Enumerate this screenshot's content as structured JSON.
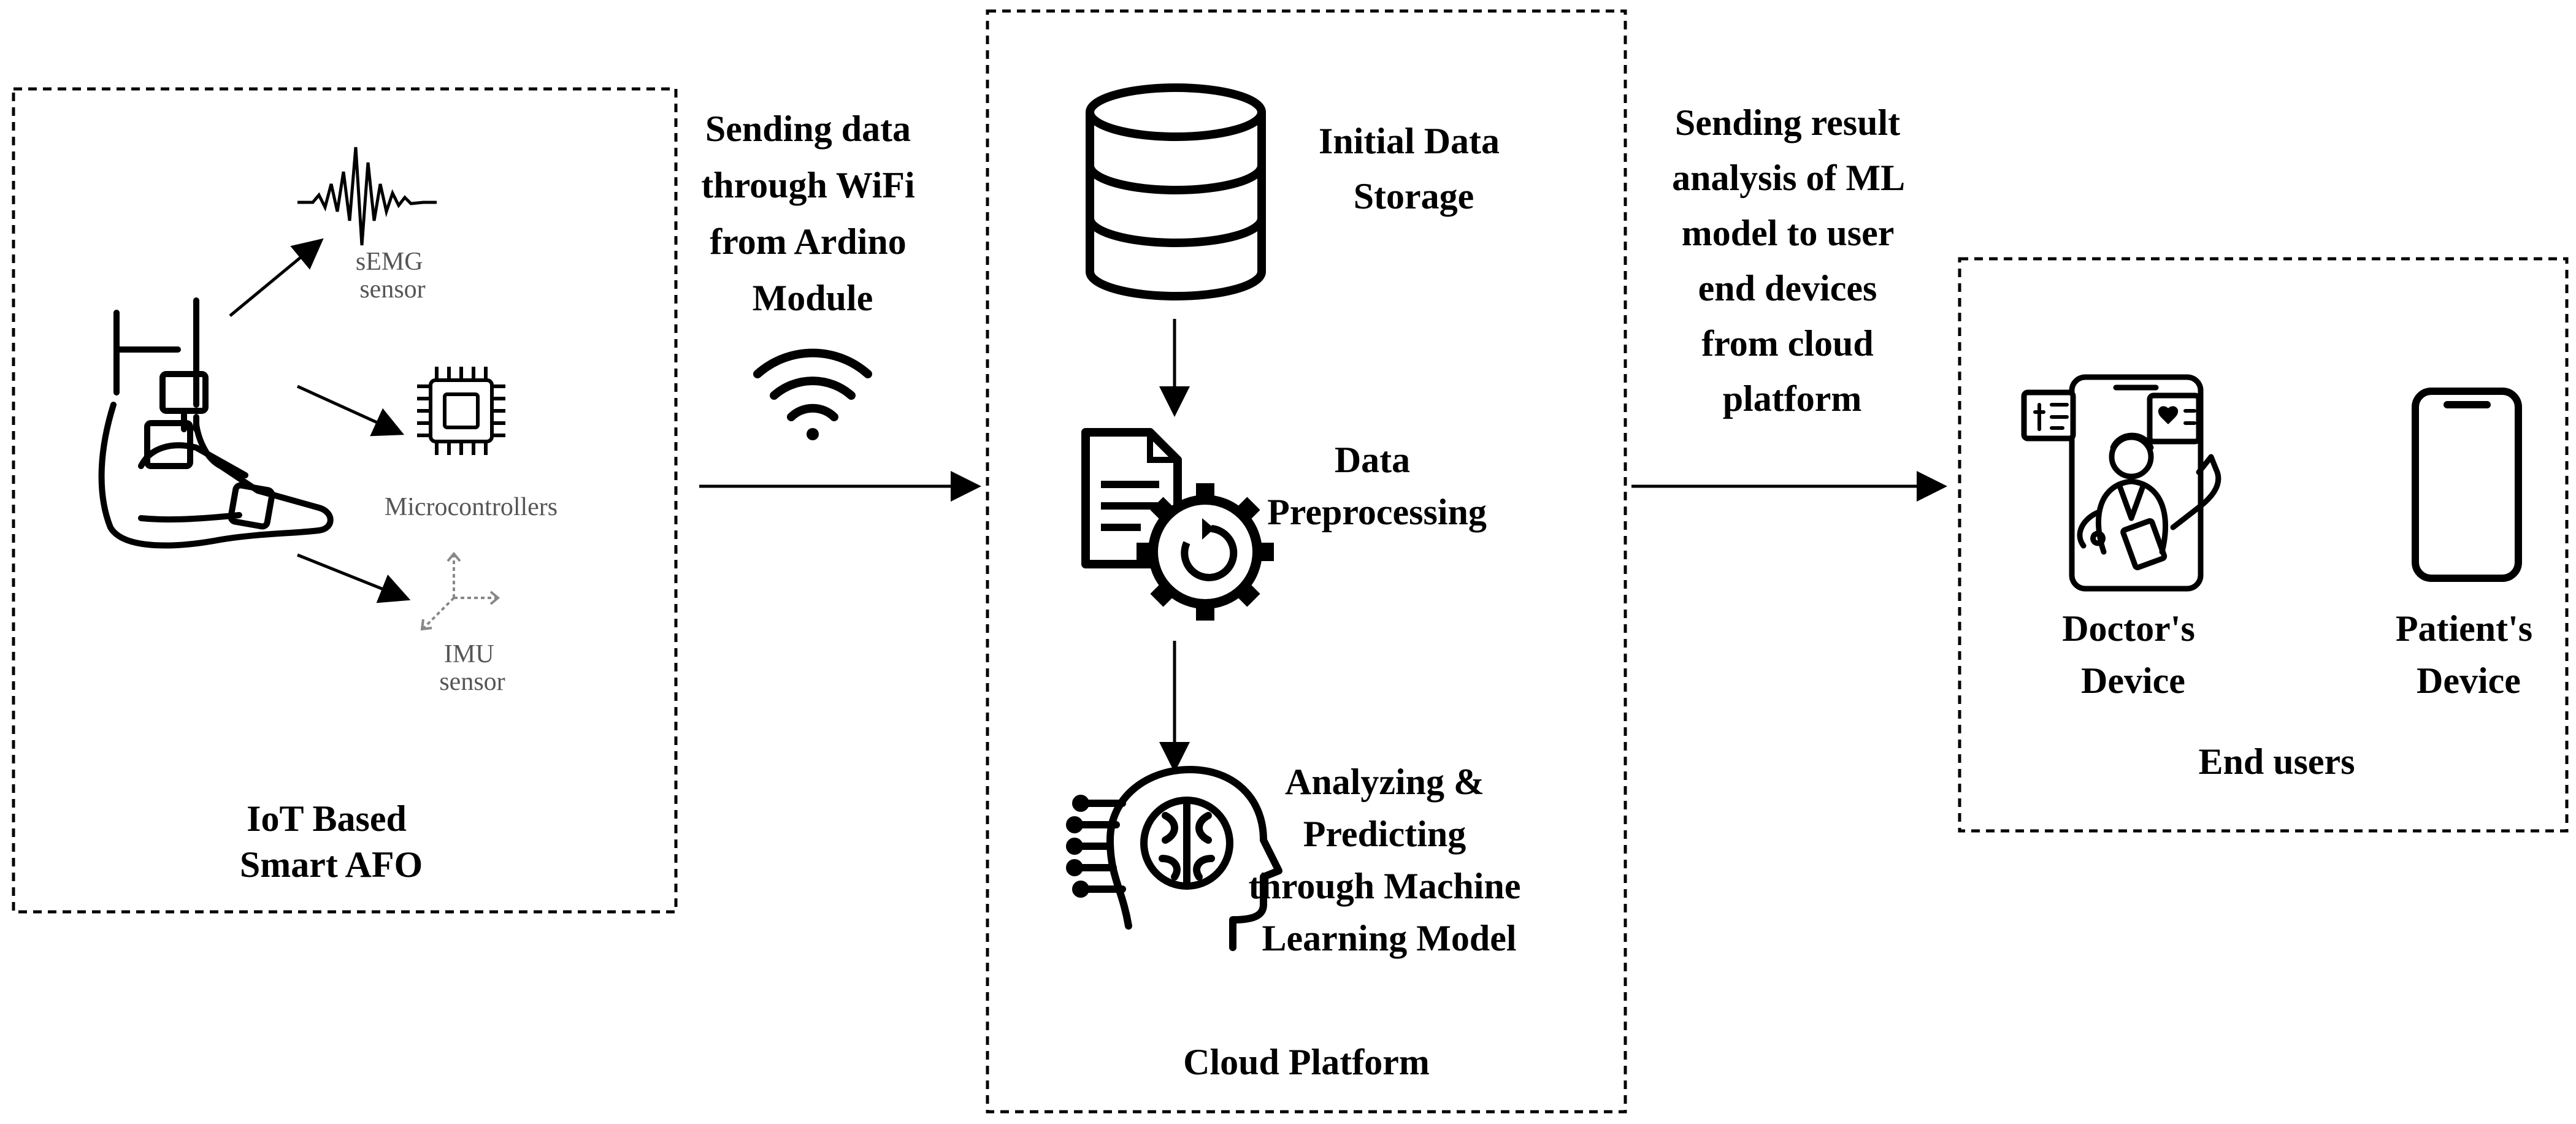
{
  "iot": {
    "title_lines": [
      "IoT Based",
      "Smart AFO"
    ],
    "semg_lines": [
      "sEMG",
      "sensor"
    ],
    "micro_label": "Microcontrollers",
    "imu_lines": [
      "IMU",
      "sensor"
    ]
  },
  "transfer1": {
    "lines": [
      "Sending data",
      "through WiFi",
      "from Ardino",
      "Module"
    ],
    "icon": "wifi-icon"
  },
  "cloud": {
    "title": "Cloud Platform",
    "storage_lines": [
      "Initial Data",
      "Storage"
    ],
    "preprocess_lines": [
      "Data",
      "Preprocessing"
    ],
    "ml_lines": [
      "Analyzing &",
      "Predicting",
      "through Machine",
      "Learning Model"
    ],
    "icons": [
      "database-icon",
      "document-gear-icon",
      "ai-head-icon"
    ]
  },
  "transfer2": {
    "lines": [
      "Sending result",
      "analysis of ML",
      "model to user",
      "end devices",
      "from cloud",
      "platform"
    ]
  },
  "end_users": {
    "title": "End users",
    "doctor_lines": [
      "Doctor's",
      "Device"
    ],
    "patient_lines": [
      "Patient's",
      "Device"
    ],
    "icons": [
      "doctor-device-icon",
      "smartphone-icon"
    ]
  }
}
